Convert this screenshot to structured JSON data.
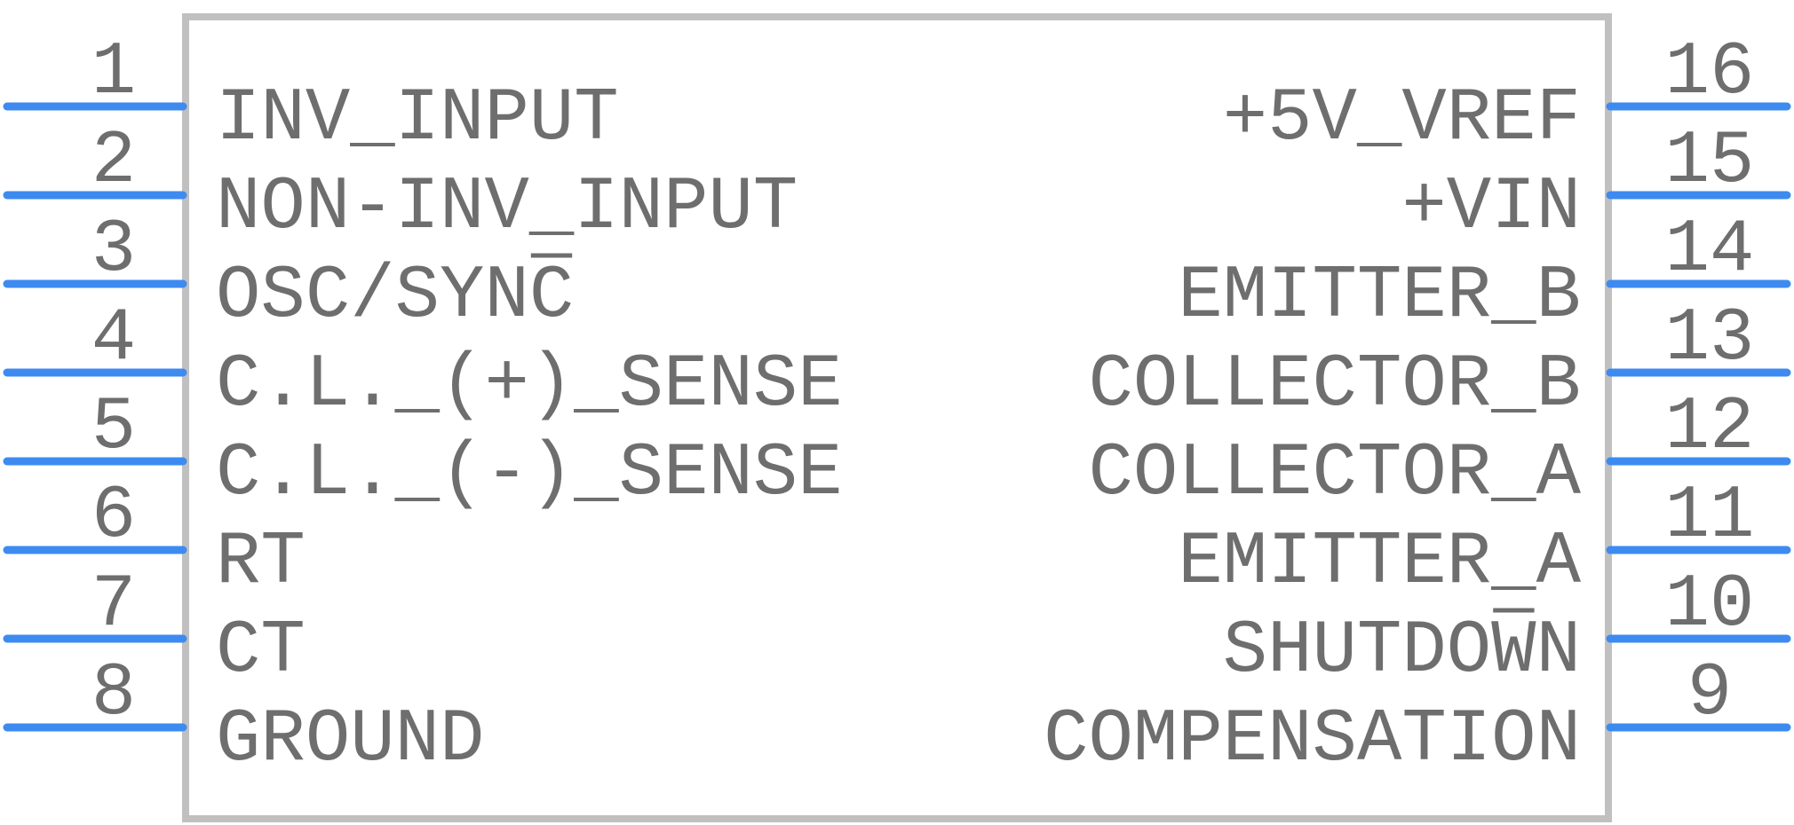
{
  "colors": {
    "body_stroke": "#c0c0c0",
    "pin_line": "#3d8bf0",
    "text": "#6e6e6e"
  },
  "left_pins": [
    {
      "number": "1",
      "name": "INV_INPUT"
    },
    {
      "number": "2",
      "name": "NON-INV_INPUT"
    },
    {
      "number": "3",
      "name": "OSC/SYNC",
      "overbar": "C"
    },
    {
      "number": "4",
      "name": "C.L._(+)_SENSE"
    },
    {
      "number": "5",
      "name": "C.L._(-)_SENSE"
    },
    {
      "number": "6",
      "name": "RT"
    },
    {
      "number": "7",
      "name": "CT"
    },
    {
      "number": "8",
      "name": "GROUND"
    }
  ],
  "right_pins": [
    {
      "number": "16",
      "name": "+5V_VREF"
    },
    {
      "number": "15",
      "name": "+VIN"
    },
    {
      "number": "14",
      "name": "EMITTER_B"
    },
    {
      "number": "13",
      "name": "COLLECTOR_B"
    },
    {
      "number": "12",
      "name": "COLLECTOR_A"
    },
    {
      "number": "11",
      "name": "EMITTER_A"
    },
    {
      "number": "10",
      "name": "SHUTDOWN",
      "overbar": "W"
    },
    {
      "number": "9",
      "name": "COMPENSATION"
    }
  ]
}
